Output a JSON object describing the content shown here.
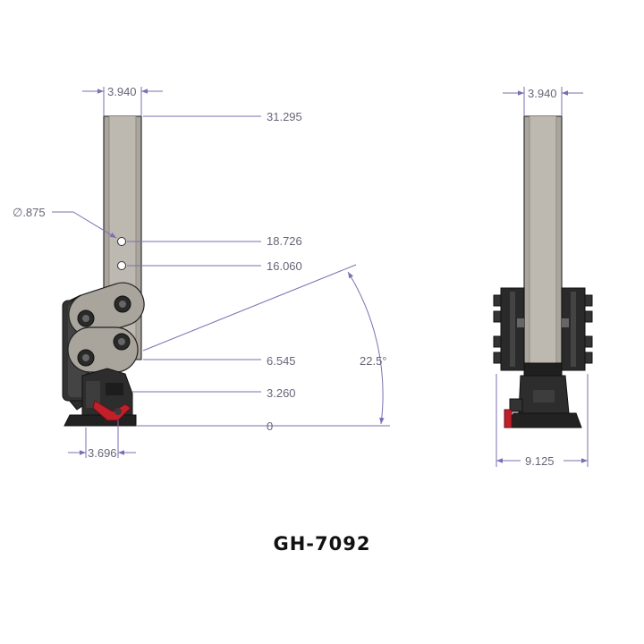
{
  "part_number": "GH-7092",
  "colors": {
    "dimension_line": "#7a6fb0",
    "dimension_text": "#6a6478",
    "tube_fill": "#a8a29a",
    "tube_edge": "#3a3a3a",
    "bracket_dark": "#2a2a2a",
    "handle_red": "#c0202a"
  },
  "side_view": {
    "width_dim": "3.940",
    "hole_dia_dim": "∅.875",
    "height_dims": [
      "31.295",
      "18.726",
      "16.060",
      "6.545",
      "3.260",
      "0"
    ],
    "angle_dim": "22.5°",
    "base_dim": "3.696"
  },
  "end_view": {
    "width_dim": "3.940",
    "base_dim": "9.125"
  }
}
